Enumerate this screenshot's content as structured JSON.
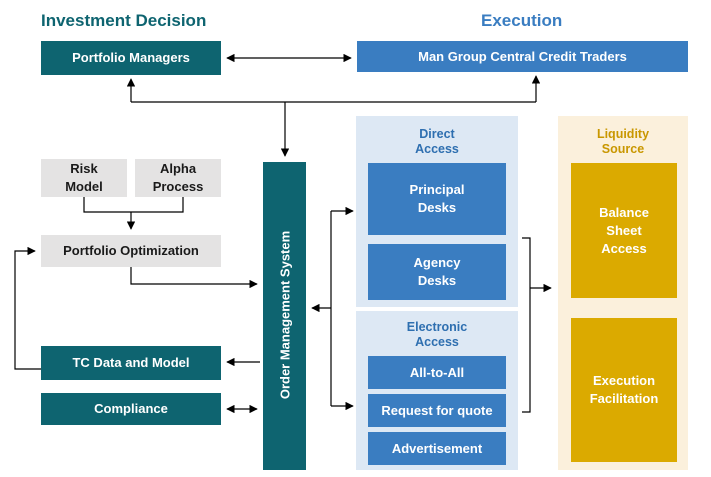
{
  "headers": {
    "left": "Investment Decision",
    "right": "Execution"
  },
  "boxes": {
    "portfolio_managers": "Portfolio Managers",
    "central_credit_traders": "Man Group Central Credit Traders",
    "risk_model": "Risk\nModel",
    "alpha_process": "Alpha\nProcess",
    "portfolio_optimization": "Portfolio Optimization",
    "tc_data_model": "TC Data and Model",
    "compliance": "Compliance",
    "order_management_system": "Order Management System",
    "principal_desks": "Principal\nDesks",
    "agency_desks": "Agency\nDesks",
    "all_to_all": "All-to-All",
    "request_for_quote": "Request for quote",
    "advertisement": "Advertisement",
    "balance_sheet_access": "Balance\nSheet\nAccess",
    "execution_facilitation": "Execution\nFacilitation"
  },
  "panels": {
    "direct_access": "Direct\nAccess",
    "electronic_access": "Electronic\nAccess",
    "liquidity_source": "Liquidity\nSource"
  },
  "colors": {
    "teal": "#0e6470",
    "blue": "#3a7dc1",
    "light_blue_panel": "#dde8f4",
    "cream_panel": "#fbf0dc",
    "gold": "#dbaa00",
    "grey_box": "#e4e3e3",
    "header_teal": "#0e6470",
    "header_blue": "#3a7dc1",
    "panel_title_blue": "#2e6fb0",
    "panel_title_gold": "#c99700"
  }
}
